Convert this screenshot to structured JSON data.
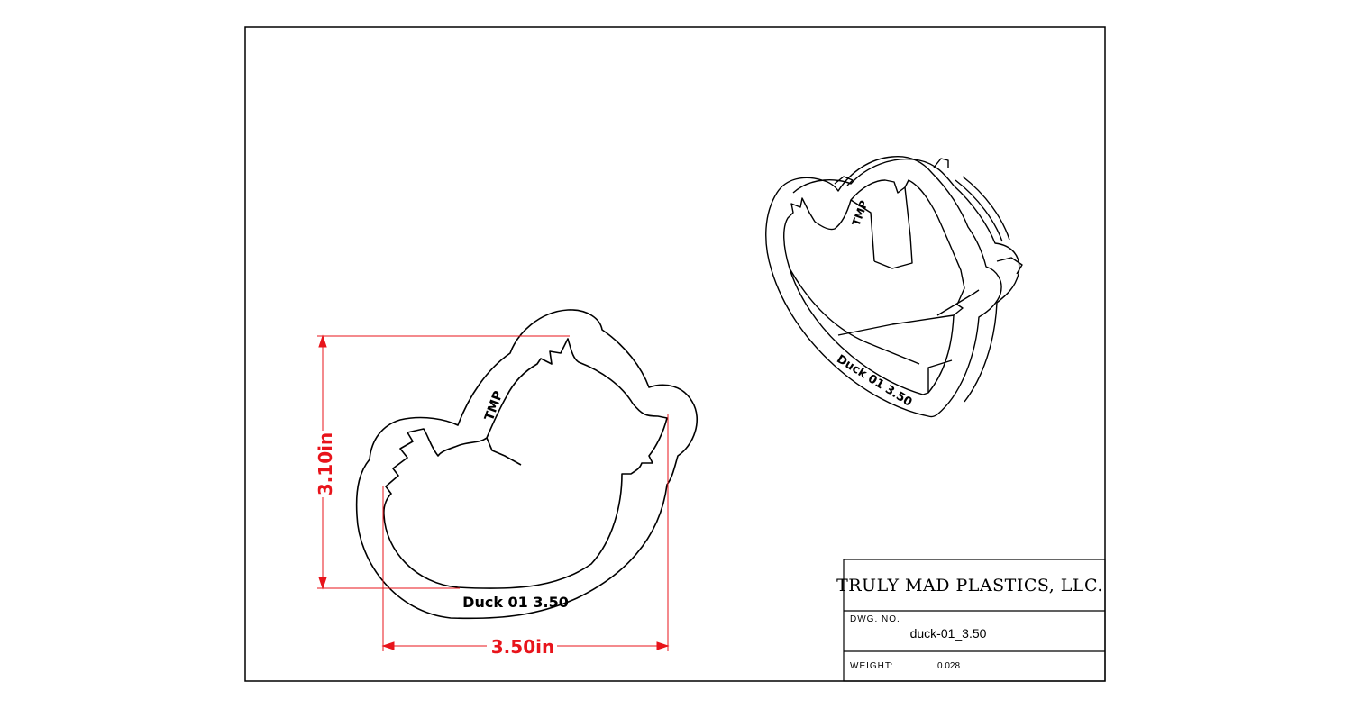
{
  "title_block": {
    "company": "TRULY MAD PLASTICS, LLC.",
    "dwg_no_label": "DWG. NO.",
    "dwg_no_value": "duck-01_3.50",
    "weight_label": "WEIGHT:",
    "weight_value": "0.028"
  },
  "front_view": {
    "emboss_name": "Duck 01  3.50",
    "emboss_mark": "TMP"
  },
  "iso_view": {
    "emboss_name": "Duck 01  3.50",
    "emboss_mark": "TMP"
  },
  "dimensions": {
    "height": "3.10in",
    "width": "3.50in",
    "color": "#e8141b"
  }
}
